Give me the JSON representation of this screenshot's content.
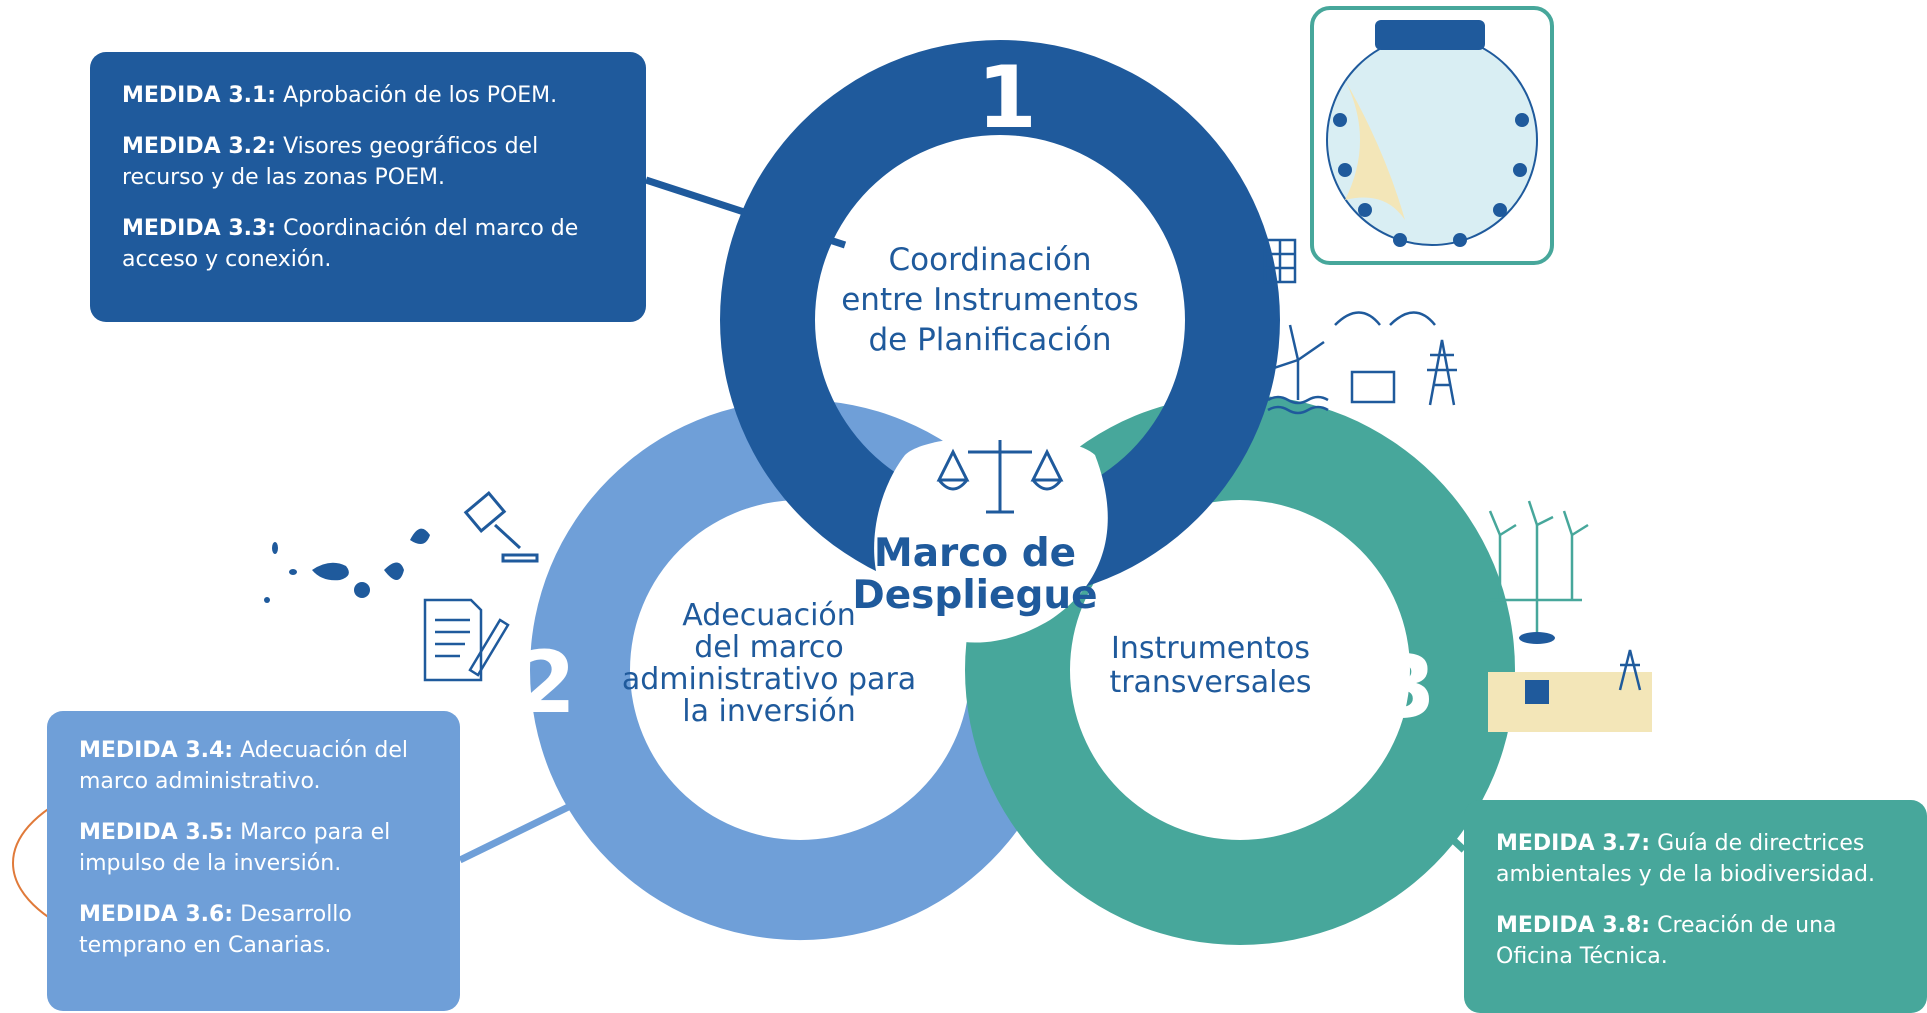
{
  "center": {
    "title_line1": "Marco de",
    "title_line2": "Despliegue"
  },
  "rings": [
    {
      "number": "1",
      "label": [
        "Coordinación",
        "entre Instrumentos",
        "de Planificación"
      ],
      "color": "#1f5a9c"
    },
    {
      "number": "2",
      "label": [
        "Adecuación",
        "del marco",
        "administrativo para",
        "la inversión"
      ],
      "color": "#6f9fd8"
    },
    {
      "number": "3",
      "label": [
        "Instrumentos",
        "transversales"
      ],
      "color": "#47a79b"
    }
  ],
  "boxes": [
    {
      "color": "#1f5a9c",
      "measures": [
        {
          "code": "MEDIDA 3.1:",
          "text": "Aprobación de los POEM."
        },
        {
          "code": "MEDIDA 3.2:",
          "text": "Visores geográficos del recurso y de las zonas POEM."
        },
        {
          "code": "MEDIDA 3.3:",
          "text": "Coordinación del marco de acceso y conexión."
        }
      ]
    },
    {
      "color": "#6f9fd8",
      "measures": [
        {
          "code": "MEDIDA 3.4:",
          "text": "Adecuación del marco administrativo."
        },
        {
          "code": "MEDIDA 3.5:",
          "text": "Marco para el impulso de la inversión."
        },
        {
          "code": "MEDIDA 3.6:",
          "text": "Desarrollo temprano en Canarias."
        }
      ]
    },
    {
      "color": "#47a79b",
      "measures": [
        {
          "code": "MEDIDA 3.7:",
          "text": "Guía de directrices ambientales y de la biodiversidad."
        },
        {
          "code": "MEDIDA 3.8:",
          "text": "Creación de una Oficina Técnica."
        }
      ]
    }
  ],
  "highlight_color": "#e07a3a",
  "icons": [
    "map-infographic-icon",
    "grid-panel-icon",
    "wind-turbine-icon",
    "power-tower-icon",
    "scales-icon",
    "gavel-icon",
    "islands-map-icon",
    "document-signing-icon",
    "floating-turbines-icon"
  ]
}
